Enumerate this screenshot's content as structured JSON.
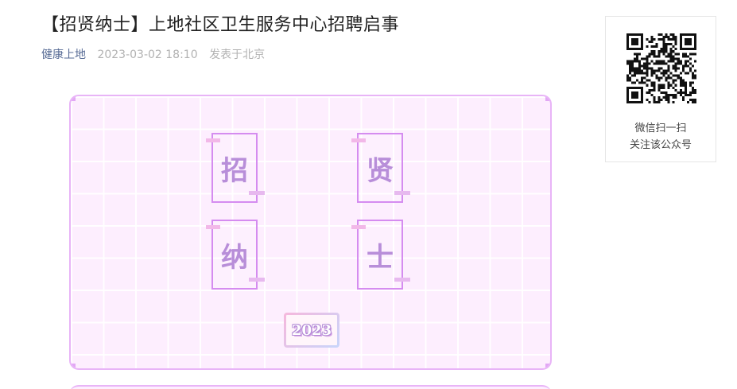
{
  "article": {
    "title": "【招贤纳士】上地社区卫生服务中心招聘启事",
    "account": "健康上地",
    "datetime": "2023-03-02 18:10",
    "location": "发表于北京"
  },
  "poster": {
    "chars": [
      "招",
      "贤",
      "纳",
      "士"
    ],
    "year": "2023",
    "colors": {
      "background": "#fdeefe",
      "border": "#e8b4f7",
      "char": "#b88ed9",
      "box_border": "#d58cf0"
    }
  },
  "qr": {
    "icon": "qr-code-icon",
    "line1": "微信扫一扫",
    "line2": "关注该公众号"
  }
}
